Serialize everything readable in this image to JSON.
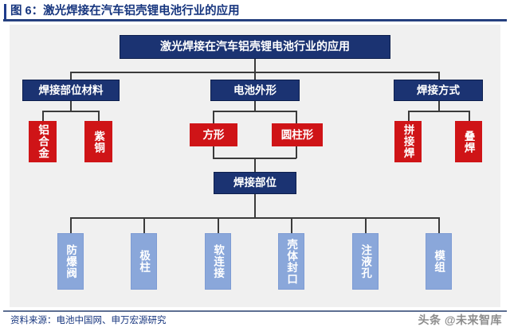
{
  "figure": {
    "title": "图 6：激光焊接在汽车铝壳锂电池行业的应用",
    "source_label": "资料来源：电池中国网、申万宏源研究",
    "watermark": "头条 @未来智库",
    "colors": {
      "title_blue": "#16357e",
      "rule_blue": "#25407f",
      "navy_node": "#1b3372",
      "red_node": "#cf1417",
      "blue_node": "#8aa7da",
      "canvas": "#f0f0f0",
      "connector": "#3b3b3b"
    }
  },
  "diagram": {
    "type": "tree",
    "root": {
      "label": "激光焊接在汽车铝壳锂电池行业的应用",
      "style": "navy"
    },
    "level1": [
      {
        "label": "焊接部位材料",
        "style": "navy"
      },
      {
        "label": "电池外形",
        "style": "navy"
      },
      {
        "label": "焊接方式",
        "style": "navy"
      }
    ],
    "materials": [
      {
        "label": "铝合金",
        "style": "red",
        "orientation": "vertical"
      },
      {
        "label": "紫铜",
        "style": "red",
        "orientation": "vertical"
      }
    ],
    "shapes": [
      {
        "label": "方形",
        "style": "red",
        "orientation": "horizontal"
      },
      {
        "label": "圆柱形",
        "style": "red",
        "orientation": "horizontal"
      }
    ],
    "weld_methods": [
      {
        "label": "拼接焊",
        "style": "red",
        "orientation": "vertical"
      },
      {
        "label": "叠焊",
        "style": "red",
        "orientation": "vertical"
      }
    ],
    "weld_position": {
      "label": "焊接部位",
      "style": "navy"
    },
    "weld_position_children": [
      {
        "label": "防爆阀",
        "style": "blue",
        "orientation": "vertical"
      },
      {
        "label": "极柱",
        "style": "blue",
        "orientation": "vertical"
      },
      {
        "label": "软连接",
        "style": "blue",
        "orientation": "vertical"
      },
      {
        "label": "壳体封口",
        "style": "blue",
        "orientation": "vertical"
      },
      {
        "label": "注液孔",
        "style": "blue",
        "orientation": "vertical"
      },
      {
        "label": "模组",
        "style": "blue",
        "orientation": "vertical"
      }
    ]
  }
}
